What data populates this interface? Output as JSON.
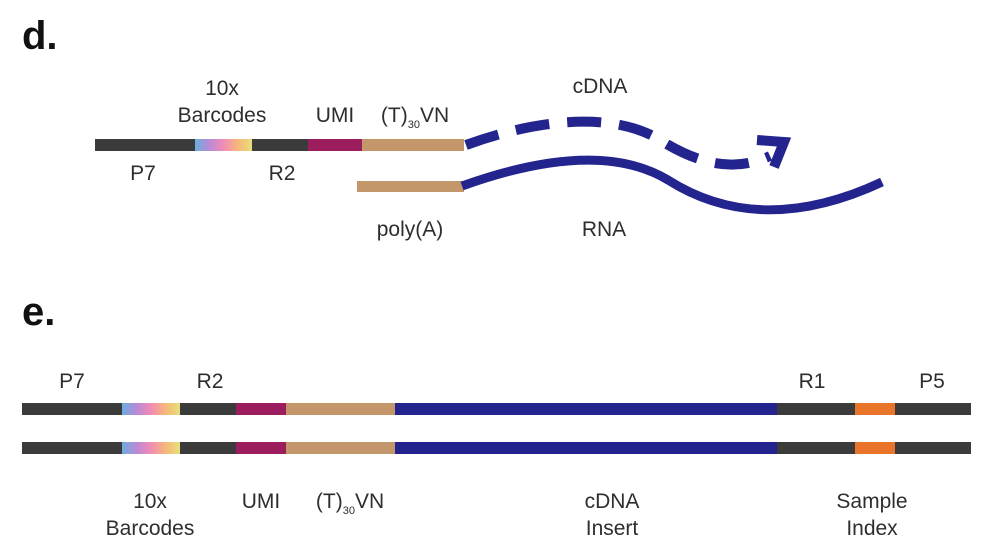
{
  "panel_d": {
    "letter": "d.",
    "labels": {
      "barcodes_top": "10x",
      "barcodes_bottom": "Barcodes",
      "umi": "UMI",
      "tvn_prefix": "(T)",
      "tvn_sub": "30",
      "tvn_suffix": "VN",
      "cdna": "cDNA",
      "p7": "P7",
      "r2": "R2",
      "polya": "poly(A)",
      "rna": "RNA"
    }
  },
  "panel_e": {
    "letter": "e.",
    "labels": {
      "p7": "P7",
      "r2": "R2",
      "r1": "R1",
      "p5": "P5",
      "barcodes_top": "10x",
      "barcodes_bottom": "Barcodes",
      "umi": "UMI",
      "tvn_prefix": "(T)",
      "tvn_sub": "30",
      "tvn_suffix": "VN",
      "cdna_top": "cDNA",
      "cdna_bottom": "Insert",
      "sample_top": "Sample",
      "sample_bottom": "Index"
    }
  },
  "colors": {
    "adapter": "#3b3b3b",
    "umi": "#9b1d5e",
    "poly_t": "#c4976a",
    "cdna": "#24248f",
    "sample_index": "#e8752a",
    "barcode_rainbow": [
      "#6aaee0",
      "#b98ad6",
      "#f08cb5",
      "#f6b77a",
      "#e6df7a"
    ]
  }
}
